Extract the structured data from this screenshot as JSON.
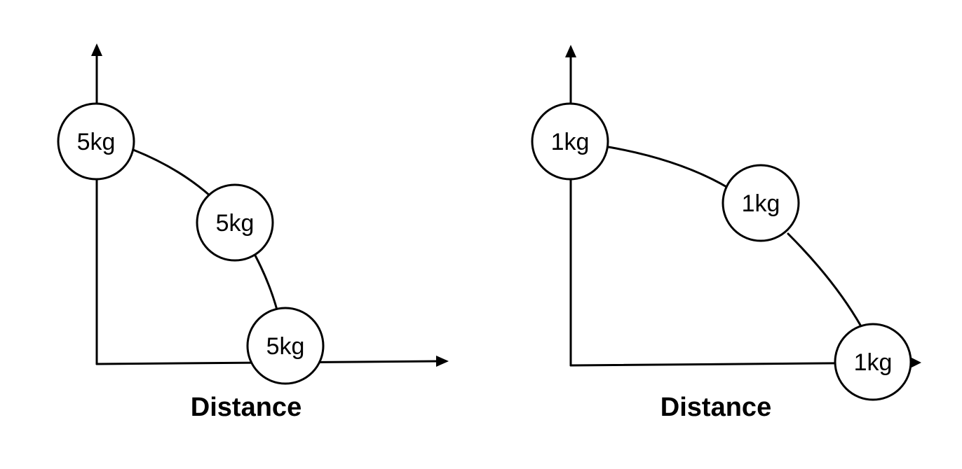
{
  "colors": {
    "stroke": "#000000",
    "fill": "#ffffff"
  },
  "panels": [
    {
      "id": "left",
      "x_axis_label": "Distance",
      "masses": [
        "5kg",
        "5kg",
        "5kg"
      ]
    },
    {
      "id": "right",
      "x_axis_label": "Distance",
      "masses": [
        "1kg",
        "1kg",
        "1kg"
      ]
    }
  ]
}
